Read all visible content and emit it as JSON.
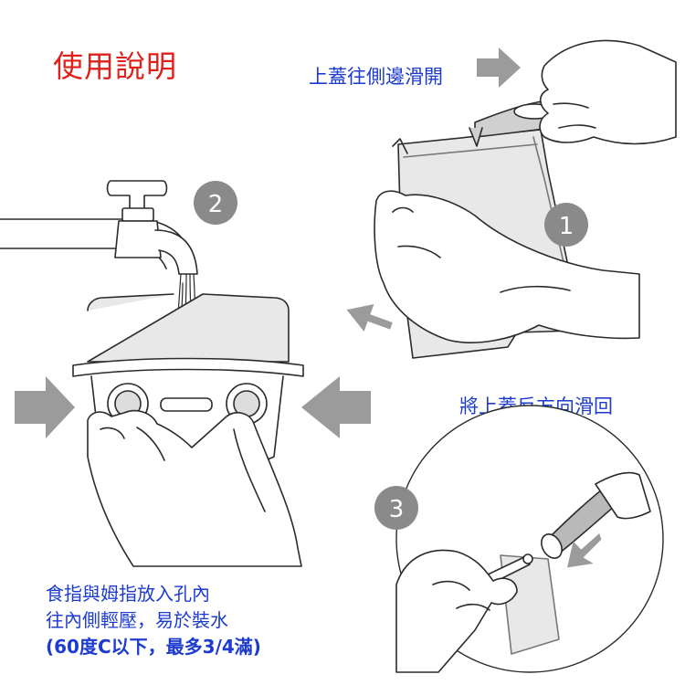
{
  "title": "使用說明",
  "step1": {
    "number": "1",
    "text": "上蓋往側邊滑開"
  },
  "step2": {
    "number": "2"
  },
  "step3": {
    "number": "3",
    "text": "將上蓋反方向滑回"
  },
  "note": {
    "line1": "食指與姆指放入孔內",
    "line2": "往內側輕壓，易於裝水",
    "line3": "(60度C以下，最多3/4滿)"
  },
  "colors": {
    "title": "#e0201b",
    "text": "#1d3bd0",
    "arrow": "#9b9b9b",
    "badge": "#8a8a8a",
    "line": "#2b2b2b",
    "bag": "#e8e8e8"
  }
}
